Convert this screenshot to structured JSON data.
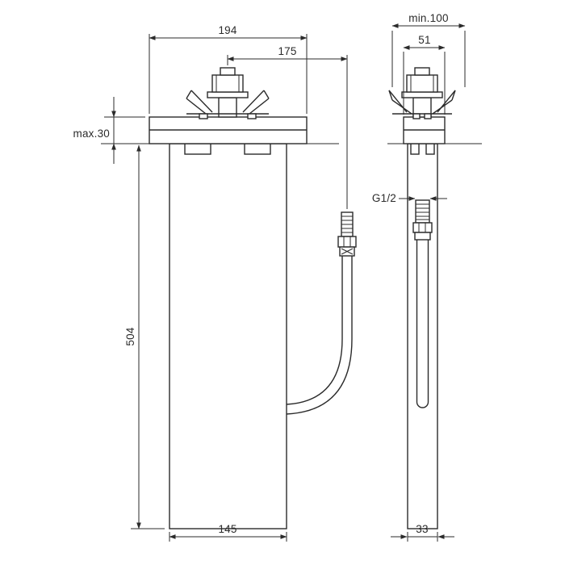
{
  "drawing": {
    "front_view": {
      "dim_flange_width": "194",
      "dim_hose_offset": "175",
      "dim_plate_protrusion": "max.30",
      "dim_body_height": "504",
      "dim_body_width": "145"
    },
    "side_view": {
      "dim_min_recess": "min.100",
      "dim_housing_depth": "51",
      "dim_thread": "G1/2",
      "dim_body_depth": "33"
    }
  }
}
